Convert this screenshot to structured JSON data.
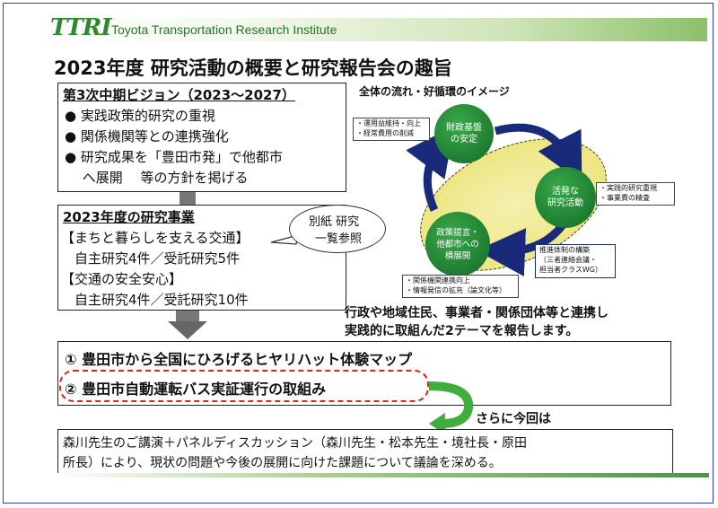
{
  "header": {
    "logo_text": "TTRI",
    "org_name": "Toyota Transportation Research Institute"
  },
  "title": "2023年度 研究活動の概要と研究報告会の趣旨",
  "vision": {
    "heading": "第3次中期ビジョン（2023～2027）",
    "bullets": [
      "● 実践政策的研究の重視",
      "● 関係機関等との連携強化",
      "● 研究成果を「豊田市発」で他都市",
      "　 へ展開　 等の方針を掲げる"
    ]
  },
  "projects": {
    "heading": "2023年度の研究事業",
    "lines": [
      "【まちと暮らしを支える交通】",
      "　自主研究4件／受託研究5件",
      "【交通の安全安心】",
      "　自主研究4件／受託研究10件"
    ]
  },
  "callout": {
    "line1": "別紙 研究",
    "line2": "一覧参照"
  },
  "diagram": {
    "caption": "全体の流れ・好循環のイメージ",
    "node_top": "財政基盤\nの安定",
    "node_right": "活発な\n研究活動",
    "node_left": "政策提言・\n他都市への\n横展開",
    "note_top": [
      "・運用益維持・向上",
      "・経常費用の削減"
    ],
    "note_right": [
      "・実践的研究重視",
      "・事業費の精査"
    ],
    "note_bottom_right": [
      "推進体制の構築",
      "（三者連絡会議・",
      "担当者クラスWG）"
    ],
    "note_bottom_left": [
      "・関係機関連携向上",
      "・情報発信の拡充（論文化等）"
    ],
    "colors": {
      "node": "#1f8a35",
      "arrow": "#1a2a7a",
      "ellipse": "#efe88a"
    }
  },
  "description": {
    "line1": "行政や地域住民、事業者・関係団体等と連携し",
    "line2": "実践的に取組んだ2テーマを報告します。"
  },
  "themes": [
    "①  豊田市から全国にひろげるヒヤリハット体験マップ",
    "②  豊田市自動運転バス実証運行の取組み"
  ],
  "next_label": "さらに今回は",
  "panel": {
    "line1": "森川先生のご講演＋パネルディスカッション（森川先生・松本先生・境社長・原田",
    "line2": "所長）により、現状の問題や今後の展開に向けた課題について議論を深める。"
  }
}
